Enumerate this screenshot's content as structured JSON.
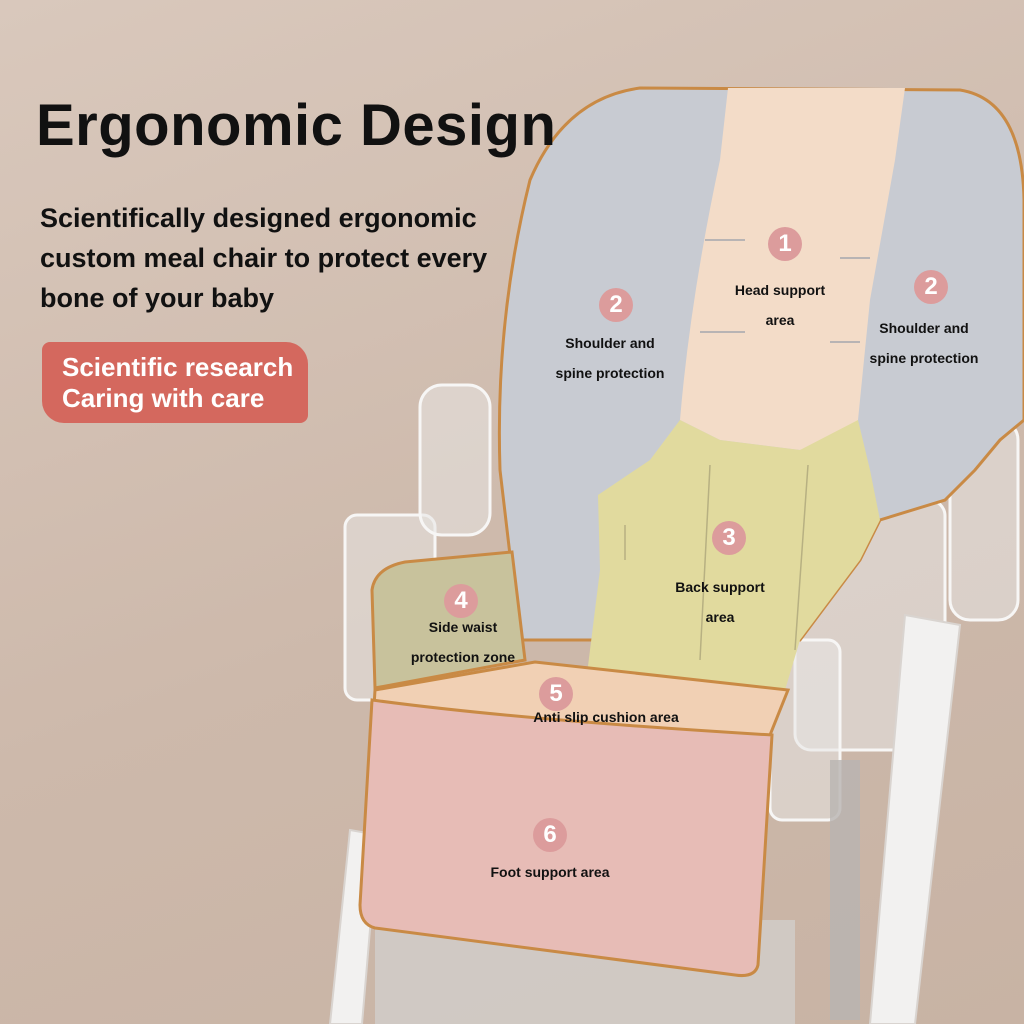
{
  "heading": {
    "title": "Ergonomic Design",
    "subtitle_lines": [
      "Scientifically designed ergonomic",
      "custom meal chair to protect every",
      "bone of your baby"
    ]
  },
  "badge": {
    "lines": [
      "Scientific research",
      "Caring with care"
    ],
    "color": "#d4685e"
  },
  "zones": [
    {
      "number": "1",
      "label_lines": [
        "Head support",
        "area"
      ],
      "color": "#f3dcc8"
    },
    {
      "number": "2",
      "label_lines": [
        "Shoulder and",
        "spine protection"
      ],
      "color": "#c9cbd1"
    },
    {
      "number": "2",
      "label_lines": [
        "Shoulder and",
        "spine protection"
      ],
      "color": "#c9cbd1"
    },
    {
      "number": "3",
      "label_lines": [
        "Back support",
        "area"
      ],
      "color": "#e1da9e"
    },
    {
      "number": "4",
      "label_lines": [
        "Side waist",
        "protection zone"
      ],
      "color": "#c8c29c"
    },
    {
      "number": "5",
      "label_lines": [
        "Anti slip cushion area"
      ],
      "color": "#f1d0b4"
    },
    {
      "number": "6",
      "label_lines": [
        "Foot support area"
      ],
      "color": "#e7bcb6"
    }
  ],
  "colors": {
    "background": "#d2bfb2",
    "number_circle": "#dc9c9c",
    "trim": "#c98a45"
  }
}
